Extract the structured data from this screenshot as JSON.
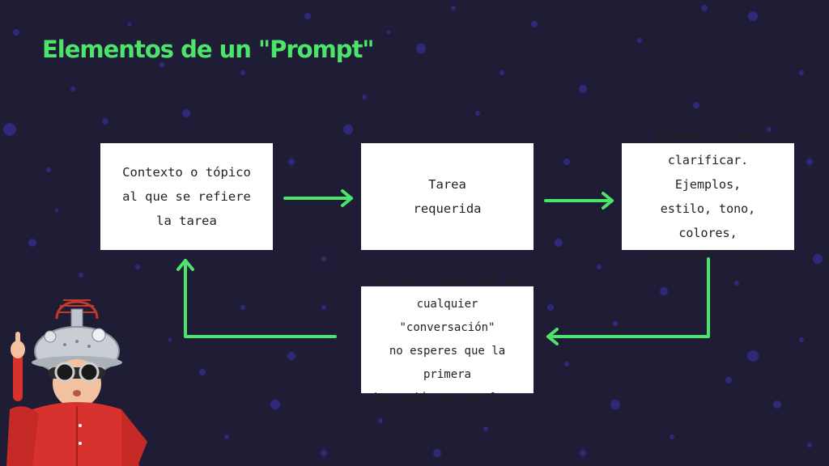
{
  "title": "Elementos de un \"Prompt\"",
  "boxes": {
    "context": "Contexto o tópico\nal que se refiere\nla tarea",
    "task": "Tarea\nrequerida",
    "clarify": "Elementos para\nclarificar. Ejemplos,\nestilo, tono, colores,\nextensión u otros",
    "refine": "Refinar. Igual que en\ncualquier \"conversación\"\nno esperes que la primera\niteración sea perfecta"
  },
  "colors": {
    "background": "#1e1d35",
    "accent": "#4ce46a",
    "speckle": "#3a2a8a",
    "box": "#ffffff",
    "text": "#222222"
  }
}
